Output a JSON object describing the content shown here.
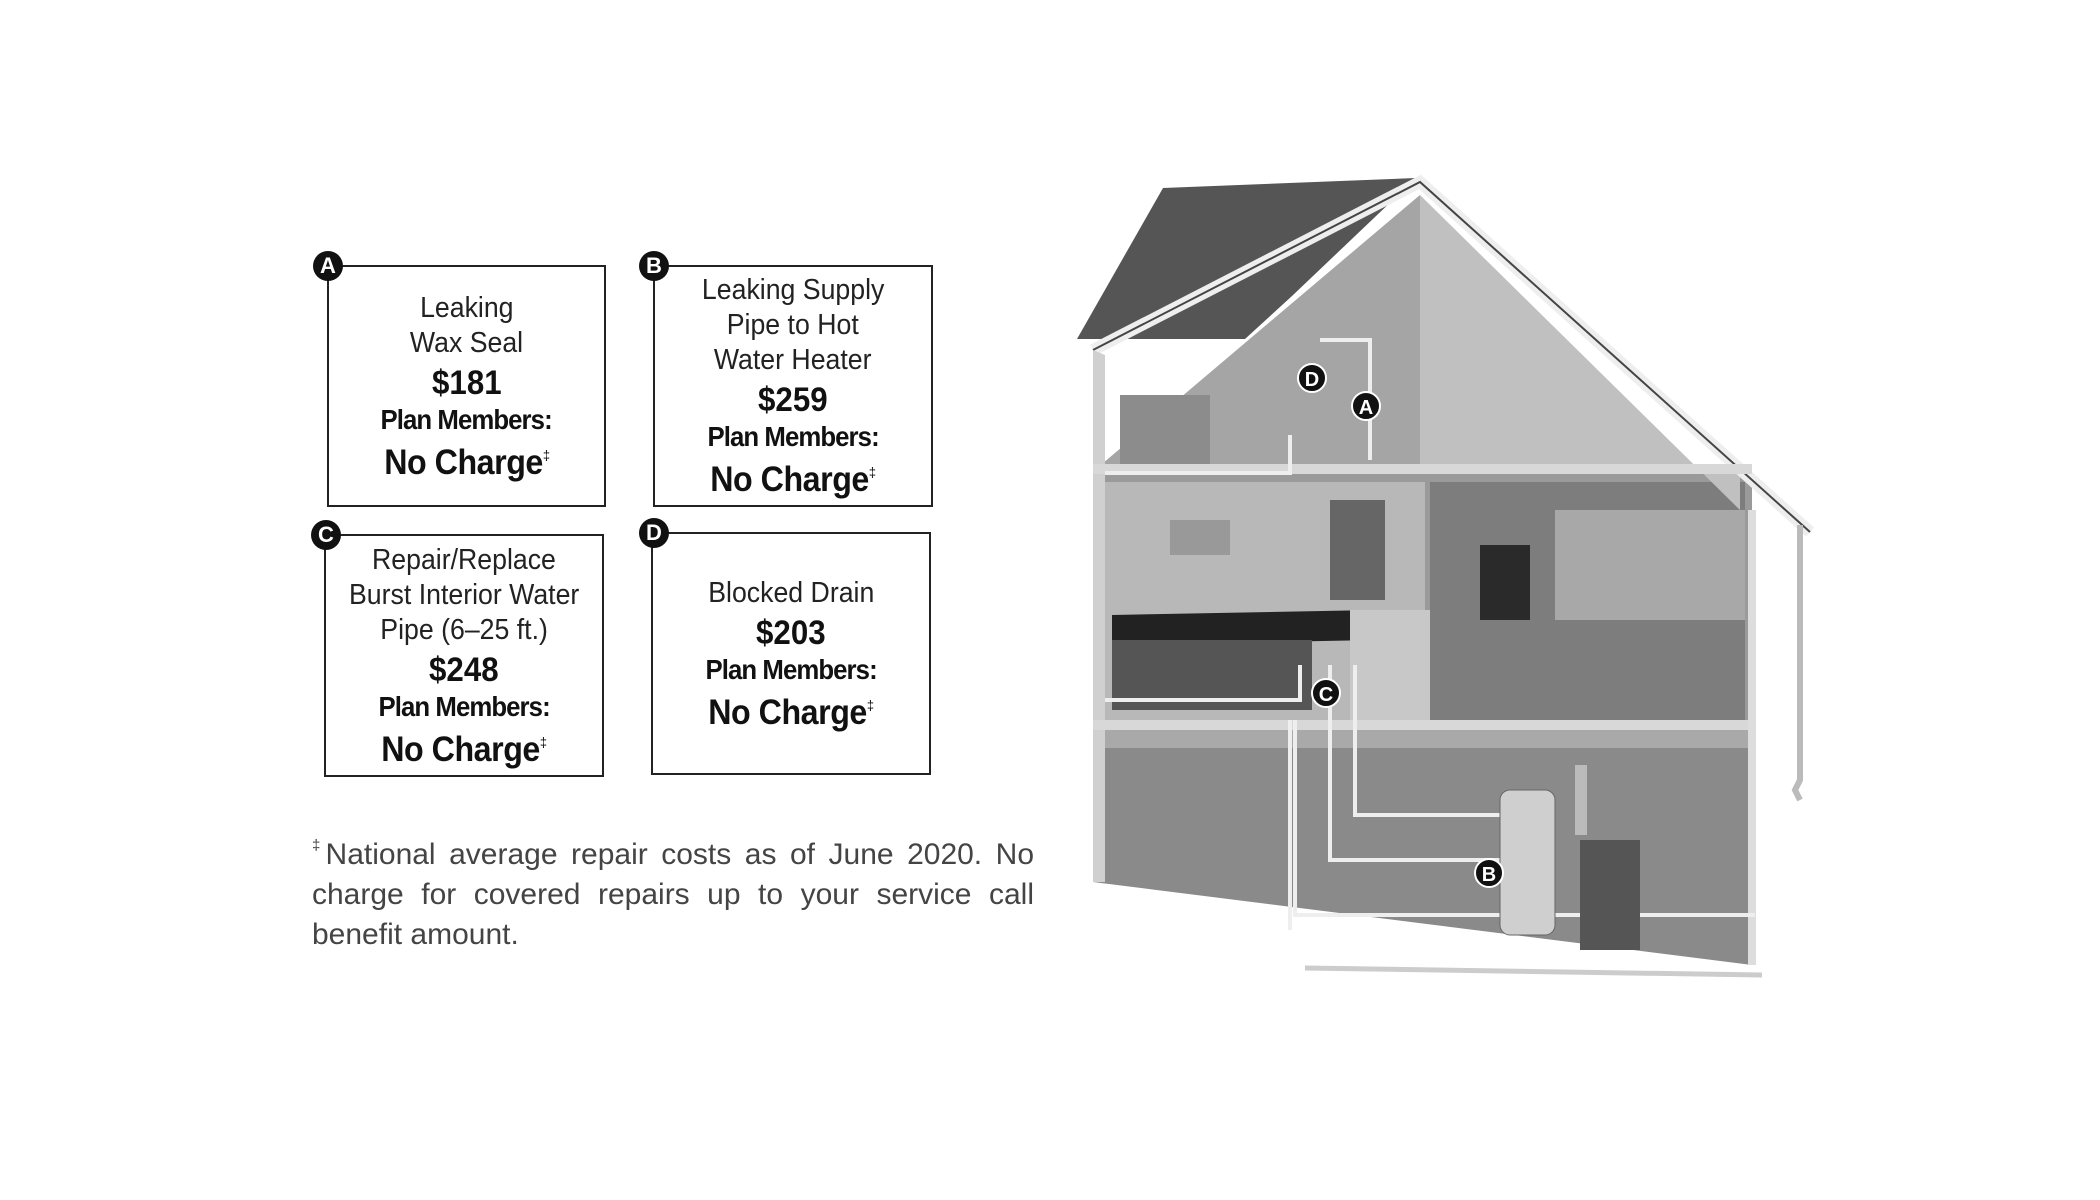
{
  "cards": [
    {
      "marker": "A",
      "title": [
        "Leaking",
        "Wax Seal"
      ],
      "price": "$181",
      "plan": "Plan Members:",
      "charge": "No Charge",
      "dagger": "‡"
    },
    {
      "marker": "B",
      "title": [
        "Leaking Supply",
        "Pipe to Hot",
        "Water Heater"
      ],
      "price": "$259",
      "plan": "Plan Members:",
      "charge": "No Charge",
      "dagger": "‡"
    },
    {
      "marker": "C",
      "title": [
        "Repair/Replace",
        "Burst Interior Water",
        "Pipe (6–25 ft.)"
      ],
      "price": "$248",
      "plan": "Plan Members:",
      "charge": "No Charge",
      "dagger": "‡"
    },
    {
      "marker": "D",
      "title": [
        "Blocked Drain"
      ],
      "price": "$203",
      "plan": "Plan Members:",
      "charge": "No Charge",
      "dagger": "‡"
    }
  ],
  "footnote": {
    "dagger": "‡",
    "text": "National average repair costs as of June 2020. No charge for covered repairs up to your service call benefit amount."
  },
  "house_markers": {
    "a": "A",
    "b": "B",
    "c": "C",
    "d": "D"
  },
  "colors": {
    "border": "#222222",
    "badge": "#111111",
    "footnote": "#444444"
  }
}
